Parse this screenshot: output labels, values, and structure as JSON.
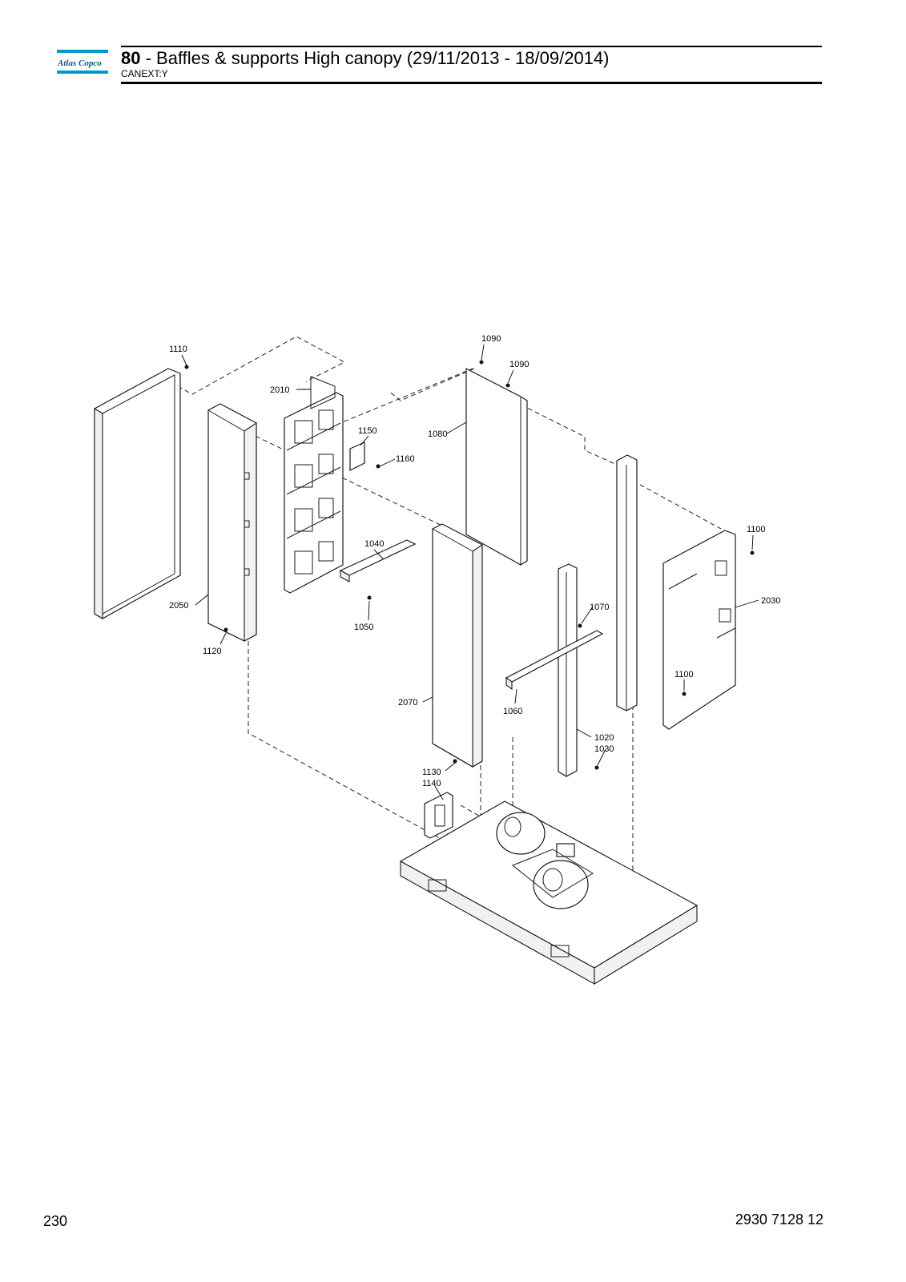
{
  "brand": {
    "name": "Atlas Copco",
    "color_blue": "#0099cc",
    "color_dark": "#005a8c"
  },
  "header": {
    "section_number": "80",
    "title_rest": " - Baffles & supports High canopy (29/11/2013 - 18/09/2014)",
    "subtitle": "CANEXT:Y"
  },
  "callouts": {
    "c1110": "1110",
    "c2010": "2010",
    "c1090a": "1090",
    "c1090b": "1090",
    "c1080": "1080",
    "c1150": "1150",
    "c1160": "1160",
    "c1040": "1040",
    "c1100a": "1100",
    "c2030": "2030",
    "c2050": "2050",
    "c1050": "1050",
    "c1070": "1070",
    "c1120": "1120",
    "c1100b": "1100",
    "c2070": "2070",
    "c1060": "1060",
    "c1020": "1020",
    "c1030": "1030",
    "c1130": "1130",
    "c1140": "1140"
  },
  "footer": {
    "page_number": "230",
    "document_number": "2930 7128 12"
  }
}
